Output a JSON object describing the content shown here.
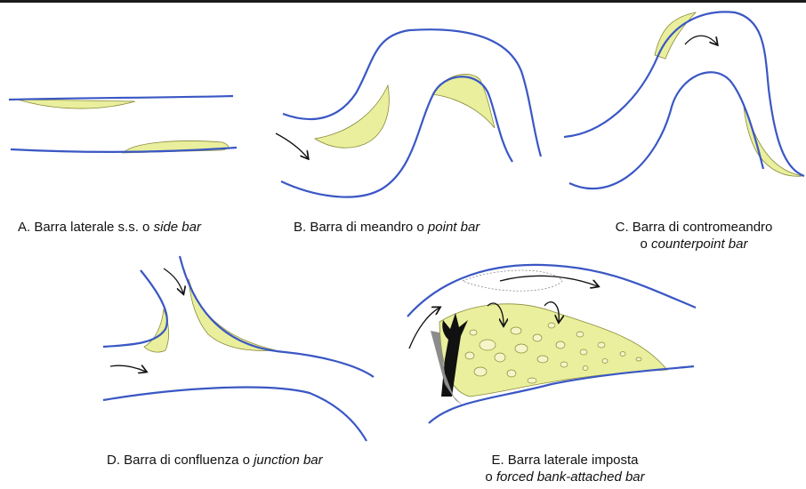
{
  "colors": {
    "bank": "#3a57c4",
    "bar": "#e9ef9c",
    "bar_edge": "#8a8a3a",
    "vegetation": "#111111",
    "vegetation_grey": "#8c8c8c"
  },
  "panels": {
    "a": {
      "caption_prefix": "A. Barra laterale s.s. o ",
      "caption_term": "side bar"
    },
    "b": {
      "caption_prefix": "B. Barra di meandro o ",
      "caption_term": "point bar"
    },
    "c": {
      "caption_line1": "C. Barra di contromeandro",
      "caption_prefix": "o ",
      "caption_term": "counterpoint bar"
    },
    "d": {
      "caption_prefix": "D. Barra di confluenza o ",
      "caption_term": "junction bar"
    },
    "e": {
      "caption_line1": "E. Barra laterale imposta",
      "caption_prefix": "o ",
      "caption_term": "forced bank-attached bar"
    }
  },
  "icons": [
    "flow-arrow-icon",
    "tree-icon"
  ]
}
